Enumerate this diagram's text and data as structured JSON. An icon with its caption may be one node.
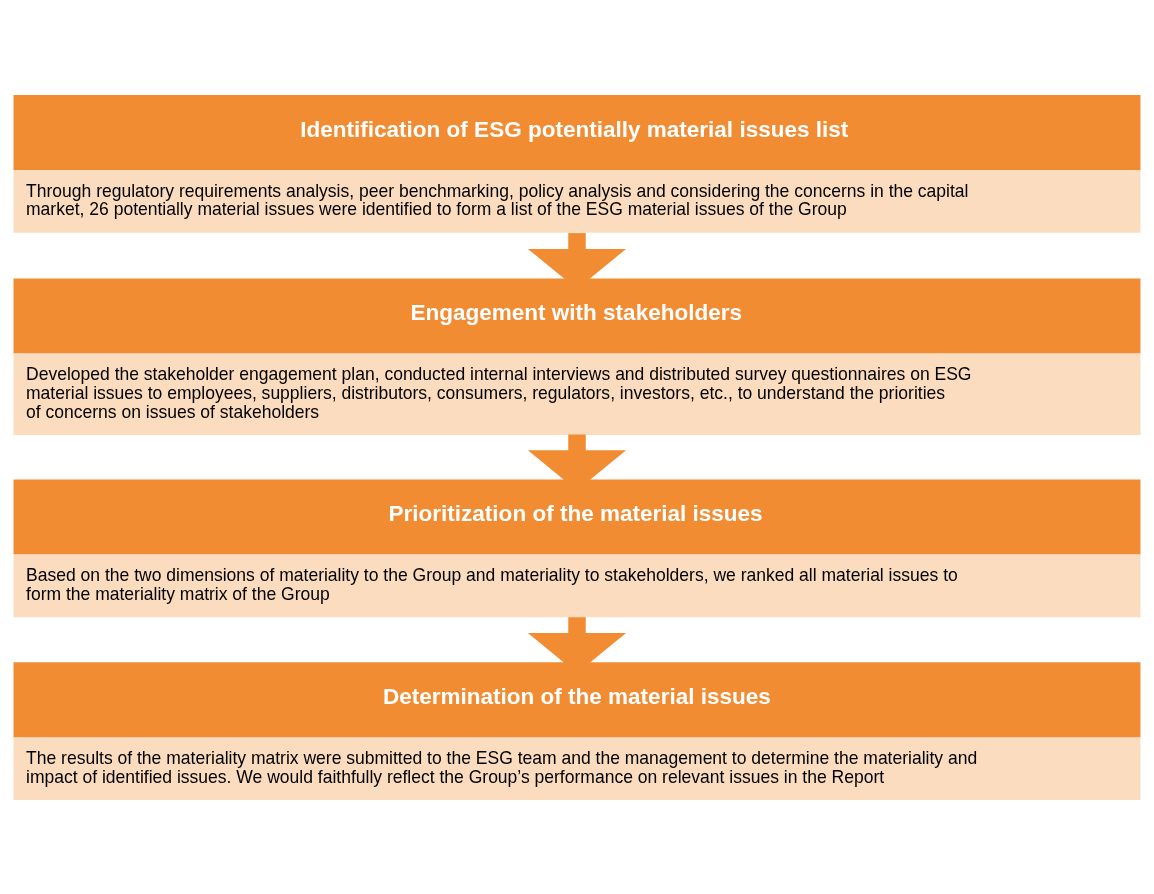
{
  "diagram": {
    "nodes": [
      {
        "text": [
          "Identification of ESG potentially material issues list",
          "Through regulatory requirements analysis, peer benchmarking, policy analysis and considering the concerns in the capital market, 26 potentially material issues were identified to form a list of the ESG material issues of the Group"
        ]
      },
      {
        "text": [
          "Engagement with stakeholders",
          "Developed the stakeholder engagement plan, conducted internal interviews and distributed survey questionnaires on ESG material issues to employees, suppliers, distributors, consumers, regulators, investors, etc., to understand the priorities of concerns on issues of stakeholders"
        ]
      },
      {
        "text": [
          "Prioritization of the material issues",
          "Based on the two dimensions of materiality to the Group and materiality to stakeholders, we ranked all material issues to form the materiality matrix of the Group"
        ]
      },
      {
        "text": [
          "Determination of the material issues",
          "The results of the materiality matrix were submitted to the ESG team and the management to determine the materiality and impact of identified issues. We would faithfully reflect the Group’s performance on relevant issues in the Report"
        ]
      }
    ],
    "edges": [
      {
        "from": 0,
        "to": 1,
        "arrow": "to"
      },
      {
        "from": 1,
        "to": 2,
        "arrow": "to"
      },
      {
        "from": 2,
        "to": 3,
        "arrow": "to"
      }
    ]
  }
}
